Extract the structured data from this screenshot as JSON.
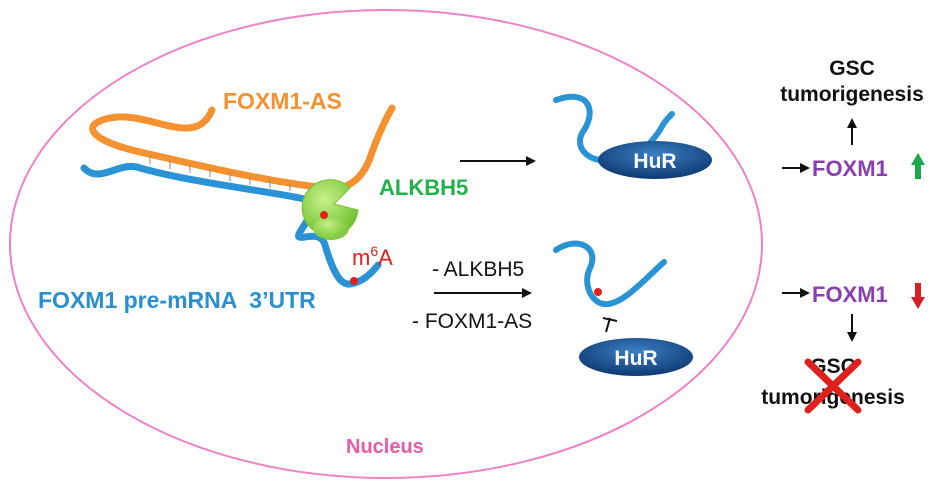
{
  "labels": {
    "foxm1_as": "FOXM1-AS",
    "alkbh5": "ALKBH5",
    "m6a_base": "m",
    "m6a_sup": "6",
    "m6a_letter": "A",
    "pre_mrna": "FOXM1 pre-mRNA  3’UTR",
    "nucleus": "Nucleus",
    "hur_top": "HuR",
    "hur_bottom": "HuR",
    "minus_alkbh5": "- ALKBH5",
    "minus_foxm1_as": "- FOXM1-AS",
    "foxm1_top": "FOXM1",
    "foxm1_bottom": "FOXM1",
    "gsc_top_line1": "GSC",
    "gsc_top_line2": "tumorigenesis",
    "gsc_bottom_line1": "GSC",
    "gsc_bottom_line2": "tumorigenesis"
  },
  "colors": {
    "nucleus_outline": "#ee82c8",
    "nucleus_text": "#e85aa5",
    "foxm1_as": "#f5922f",
    "rna_blue": "#2a93d5",
    "label_blue": "#2a8fd0",
    "alkbh5": "#22b24c",
    "enzyme_green": "#8ed13a",
    "m6a": "#e0201b",
    "hur_dark": "#0e3f7a",
    "hur_light": "#2a6bb0",
    "foxm1_purple": "#8a3fb0",
    "up_arrow": "#17a84a",
    "down_arrow": "#d81f26",
    "cross": "#e0201b",
    "black": "#111111"
  },
  "icons": {
    "up_arrow": "up-arrow-icon",
    "down_arrow": "down-arrow-icon",
    "cross": "cross-icon",
    "inhibition": "inhibition-icon"
  }
}
